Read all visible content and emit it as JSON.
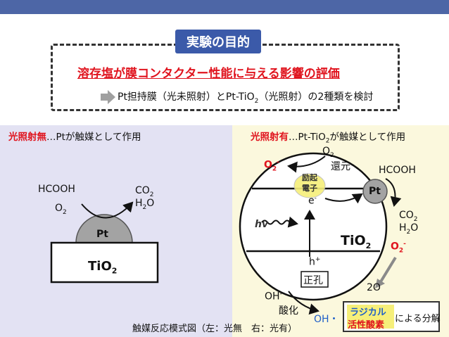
{
  "title": "実験の目的",
  "goal": {
    "main": "溶存塩が膜コンタクター性能に与える影響の評価",
    "sub_pre": "Pt担持膜（光未照射）とPt-TiO",
    "sub_sub": "2",
    "sub_post": "（光照射）の2種類を検討"
  },
  "left": {
    "label_red": "光照射無",
    "label_rest": "…Ptが触媒として作用",
    "hcooh": "HCOOH",
    "o2": "O",
    "o2_sub": "2",
    "co2": "CO",
    "co2_sub": "2",
    "h2o_h": "H",
    "h2o_sub": "2",
    "h2o_o": "O",
    "pt": "Pt",
    "tio2": "TiO",
    "tio2_sub": "2"
  },
  "right": {
    "label_red": "光照射有",
    "label_rest": "…Pt-TiO",
    "label_sub": "2",
    "label_end": "が触媒として作用",
    "o2_top": "O",
    "o2_top_sub": "2",
    "kangen": "還元",
    "o2_minus": "O",
    "o2_minus_sub": "2",
    "o2_minus_sup": "-",
    "hcooh": "HCOOH",
    "ekiki_1": "励起",
    "ekiki_2": "電子",
    "e": "e",
    "e_sup": "-",
    "pt": "Pt",
    "co2": "CO",
    "co2_sub": "2",
    "h2o_h": "H",
    "h2o_sub": "2",
    "h2o_o": "O",
    "hv": "hv",
    "tio2": "TiO",
    "tio2_sub": "2",
    "o2_minus2": "O",
    "o2_minus2_sub": "2",
    "o2_minus2_sup": "-",
    "hplus": "h",
    "hplus_sup": "+",
    "seikou": "正孔",
    "two_o": "2O",
    "oh": "OH",
    "oh_sup": "-",
    "sanka": "酸化",
    "oh_radical": "OH・"
  },
  "caption": "触媒反応模式図（左：光無　右：光有）",
  "radical": {
    "line1": "ラジカル",
    "line2": "活性酸素",
    "line3": "による分解"
  },
  "colors": {
    "topbar": "#4d66a6",
    "title_bg": "#3b5aa9",
    "red": "#e0141e",
    "blue": "#1f5fc8",
    "left_bg": "#e3e2f3",
    "right_bg": "#fbf8dd",
    "pt_grey": "#a3a3a3",
    "arrow_grey": "#8a8a8a"
  }
}
